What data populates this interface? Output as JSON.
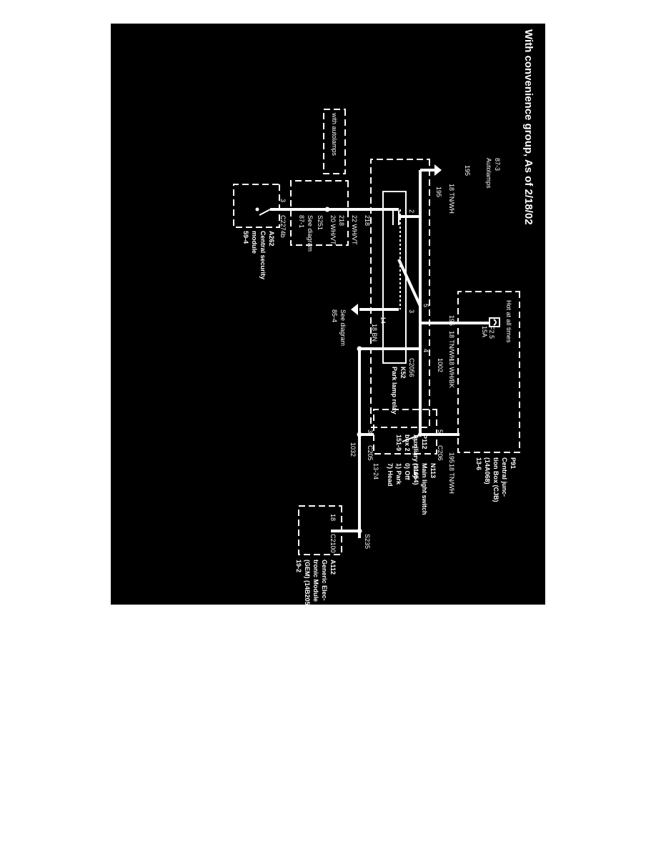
{
  "title": "With convenience group, As of 2/18/02",
  "junction_box": {
    "hot_label": "Hot at all times",
    "fuse_id": "F2.5",
    "fuse_rating": "15A",
    "ref": "P91",
    "name_lines": [
      "Central junc-",
      "tion Box (CJB)",
      "(14A068)",
      "13-6"
    ]
  },
  "wires": {
    "tn_wh": "18 TN/WH",
    "bn": "18 BN",
    "wh_bk": "18 WH/BK",
    "wh_vt_22": "22 WH/VT",
    "wh_vt_20": "20 WH/VT"
  },
  "circuits": {
    "c195": "195",
    "c1002": "1002",
    "c14": "14",
    "c218": "218",
    "c1032": "1032",
    "c18": "18"
  },
  "autolamps_ref": [
    "87-3",
    "Autolamps"
  ],
  "with_autolamps": "with autolamps",
  "see_diagram_1": [
    "See diagram",
    "87-1"
  ],
  "see_diagram_2": [
    "See diagram",
    "85-4"
  ],
  "splices": {
    "s251": "S251",
    "s235": "S235"
  },
  "connectors": {
    "c2056": "C2056",
    "c206": "C206",
    "c205": "C205",
    "c2274b": "C2274b",
    "c2100": "C2100"
  },
  "pins": {
    "p1": "1",
    "p2": "2",
    "p3": "3",
    "p4": "4",
    "p5": "5"
  },
  "relay": {
    "ref": "K52",
    "name": "Park lamp relay"
  },
  "relay_box": {
    "ref": "P112",
    "name_lines": [
      "Auxiliary relay",
      "box 2",
      "151-9"
    ]
  },
  "switch": {
    "ref": "N113",
    "name_lines": [
      "Main light switch",
      "(11654)"
    ],
    "positions": [
      "0) Off",
      "1) Park",
      "7) Head"
    ],
    "page": "13-24",
    "contact_labels": [
      "0",
      "1",
      "7"
    ]
  },
  "security": {
    "ref": "A262",
    "name_lines": [
      "Central security",
      "module",
      "59-4"
    ]
  },
  "gem": {
    "ref": "A112",
    "name_lines": [
      "Generic Elec-",
      "tronic Module",
      "(GEM) (14B205)",
      "19-2"
    ]
  }
}
